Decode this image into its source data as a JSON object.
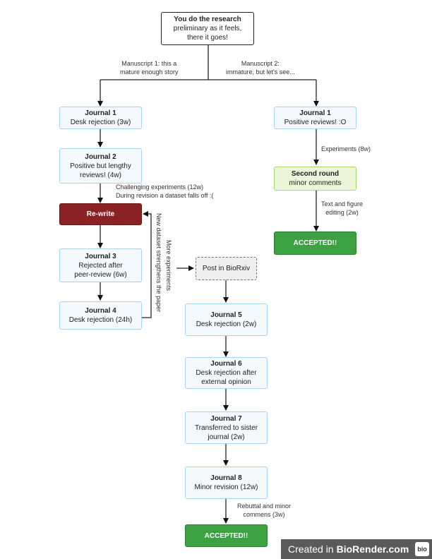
{
  "start": {
    "title": "You do the research",
    "line1": "preliminary as it feels,",
    "line2": "there it goes!"
  },
  "branch_labels": {
    "manuscript1_line1": "Manuscript 1: this a",
    "manuscript1_line2": "mature enough story",
    "manuscript2_line1": "Manuscript 2:",
    "manuscript2_line2": "immature, but let's see..."
  },
  "left": {
    "j1": {
      "title": "Journal 1",
      "line1": "Desk rejection (3w)"
    },
    "j2": {
      "title": "Journal 2",
      "line1": "Positive but lengthy",
      "line2": "reviews! (4w)"
    },
    "note_challenging_line1": "Challenging experiments (12w)",
    "note_challenging_line2": "During revision a dataset falls off :(",
    "rewrite": "Re-write",
    "j3": {
      "title": "Journal 3",
      "line1": "Rejected after",
      "line2": "peer-review (6w)"
    },
    "j4": {
      "title": "Journal 4",
      "line1": "Desk rejection (24h)"
    },
    "vnote_line1": "More experiments",
    "vnote_line2": "New dataset strengthens the paper"
  },
  "middle": {
    "biorxiv": "Post in BioRxiv",
    "j5": {
      "title": "Journal 5",
      "line1": "Desk rejection (2w)"
    },
    "j6": {
      "title": "Journal 6",
      "line1": "Desk rejection after",
      "line2": "external opinion"
    },
    "j7": {
      "title": "Journal 7",
      "line1": "Transferred to sister",
      "line2": "journal (2w)"
    },
    "j8": {
      "title": "Journal 8",
      "line1": "Minor revision (12w)"
    },
    "note_rebuttal_line1": "Rebuttal and minor",
    "note_rebuttal_line2": "commens (3w)",
    "accepted": "ACCEPTED!!"
  },
  "right": {
    "j1": {
      "title": "Journal 1",
      "line1": "Positive reviews! :O"
    },
    "note_experiments": "Experiments (8w)",
    "second": {
      "title": "Second round",
      "line1": "minor comments"
    },
    "note_text_line1": "Text and figure",
    "note_text_line2": "editing (2w)",
    "accepted": "ACCEPTED!!"
  },
  "footer": {
    "created_in": "Created in",
    "brand": "BioRender.com",
    "logo": "bio"
  },
  "colors": {
    "journal_fill": "#f3f9fd",
    "journal_border": "#a8d4ef",
    "rewrite": "#8a2124",
    "accepted": "#3ba141",
    "second_round": "#eaf6d7",
    "biorxiv": "#efefef"
  }
}
